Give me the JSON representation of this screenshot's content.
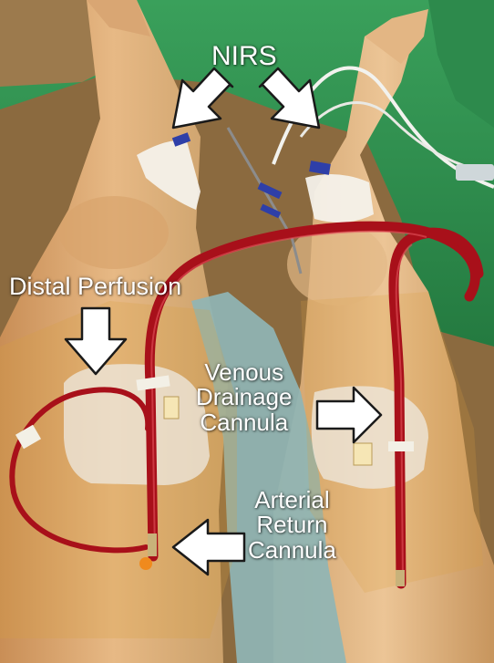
{
  "figure": {
    "labels": {
      "nirs": "NIRS",
      "distal_perfusion": "Distal Perfusion",
      "venous_drainage": [
        "Venous",
        "Drainage",
        "Cannula"
      ],
      "arterial_return": [
        "Arterial",
        "Return",
        "Cannula"
      ]
    },
    "colors": {
      "drape_green": "#2f8f4e",
      "skin": "#e2b27a",
      "tubing_red": "#b0131c",
      "arrow_fill": "#ffffff",
      "arrow_stroke": "#1a1a1a",
      "connector_blue": "#2e3fa8"
    }
  }
}
